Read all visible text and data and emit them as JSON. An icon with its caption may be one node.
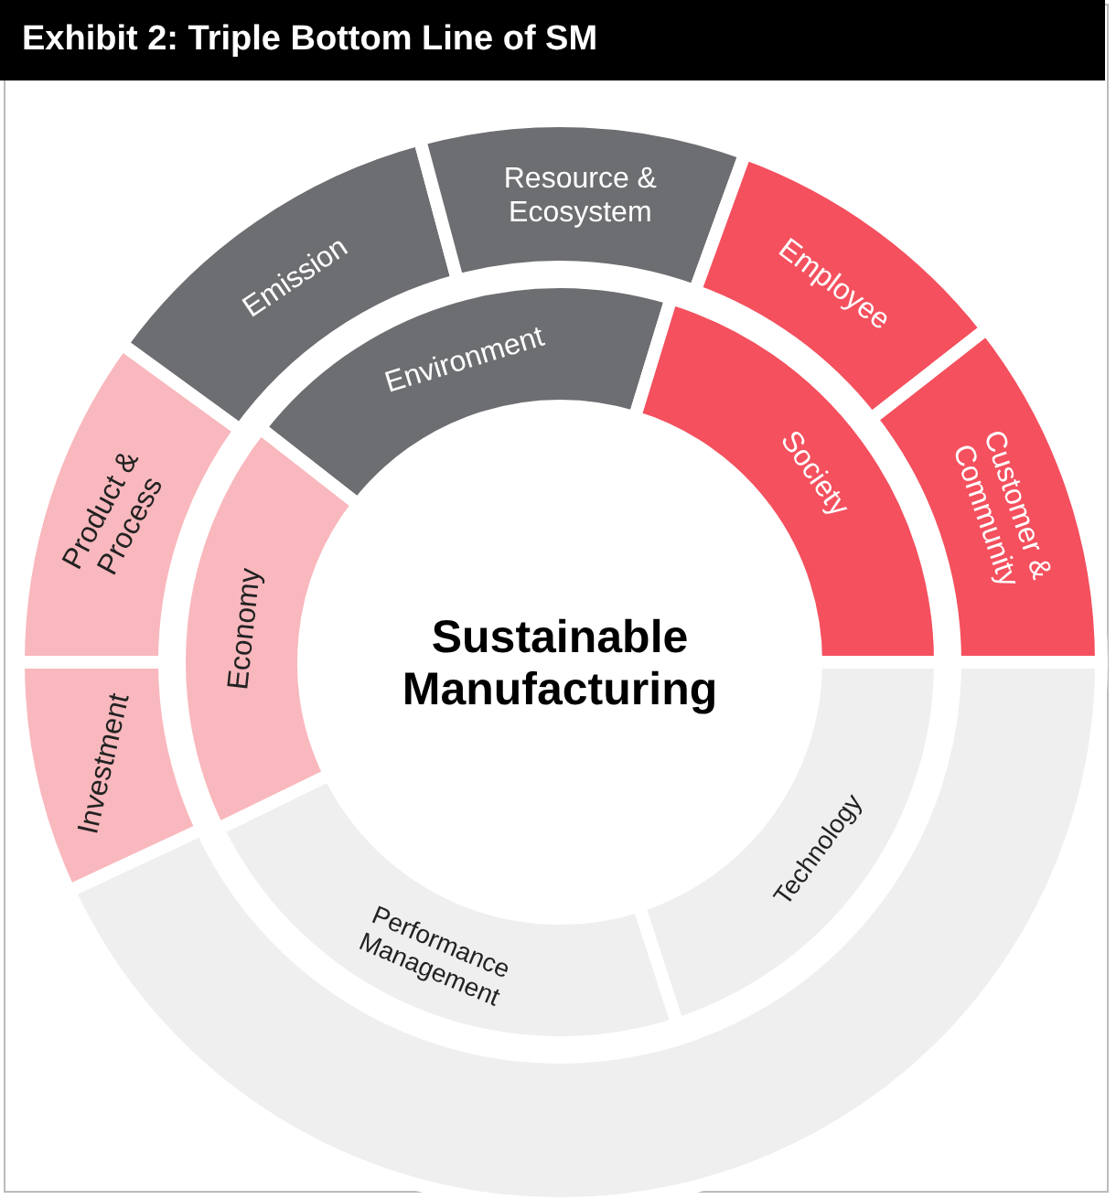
{
  "diagram": {
    "title": "Exhibit 2: Triple Bottom Line of SM",
    "nodes": [
      {
        "text": [
          "Sustainable Manufacturing"
        ]
      },
      {
        "text": [
          "Environment"
        ]
      },
      {
        "text": [
          "Society"
        ]
      },
      {
        "text": [
          "Technology"
        ]
      },
      {
        "text": [
          "Performance Management"
        ]
      },
      {
        "text": [
          "Economy"
        ]
      },
      {
        "text": [
          "Product & Process"
        ]
      },
      {
        "text": [
          "Emission"
        ]
      },
      {
        "text": [
          "Resource & Ecosystem"
        ]
      },
      {
        "text": [
          "Employee"
        ]
      },
      {
        "text": [
          "Customer & Community"
        ]
      },
      {
        "text": [],
        "shape": "arc"
      },
      {
        "text": [
          "Investment"
        ]
      }
    ]
  }
}
